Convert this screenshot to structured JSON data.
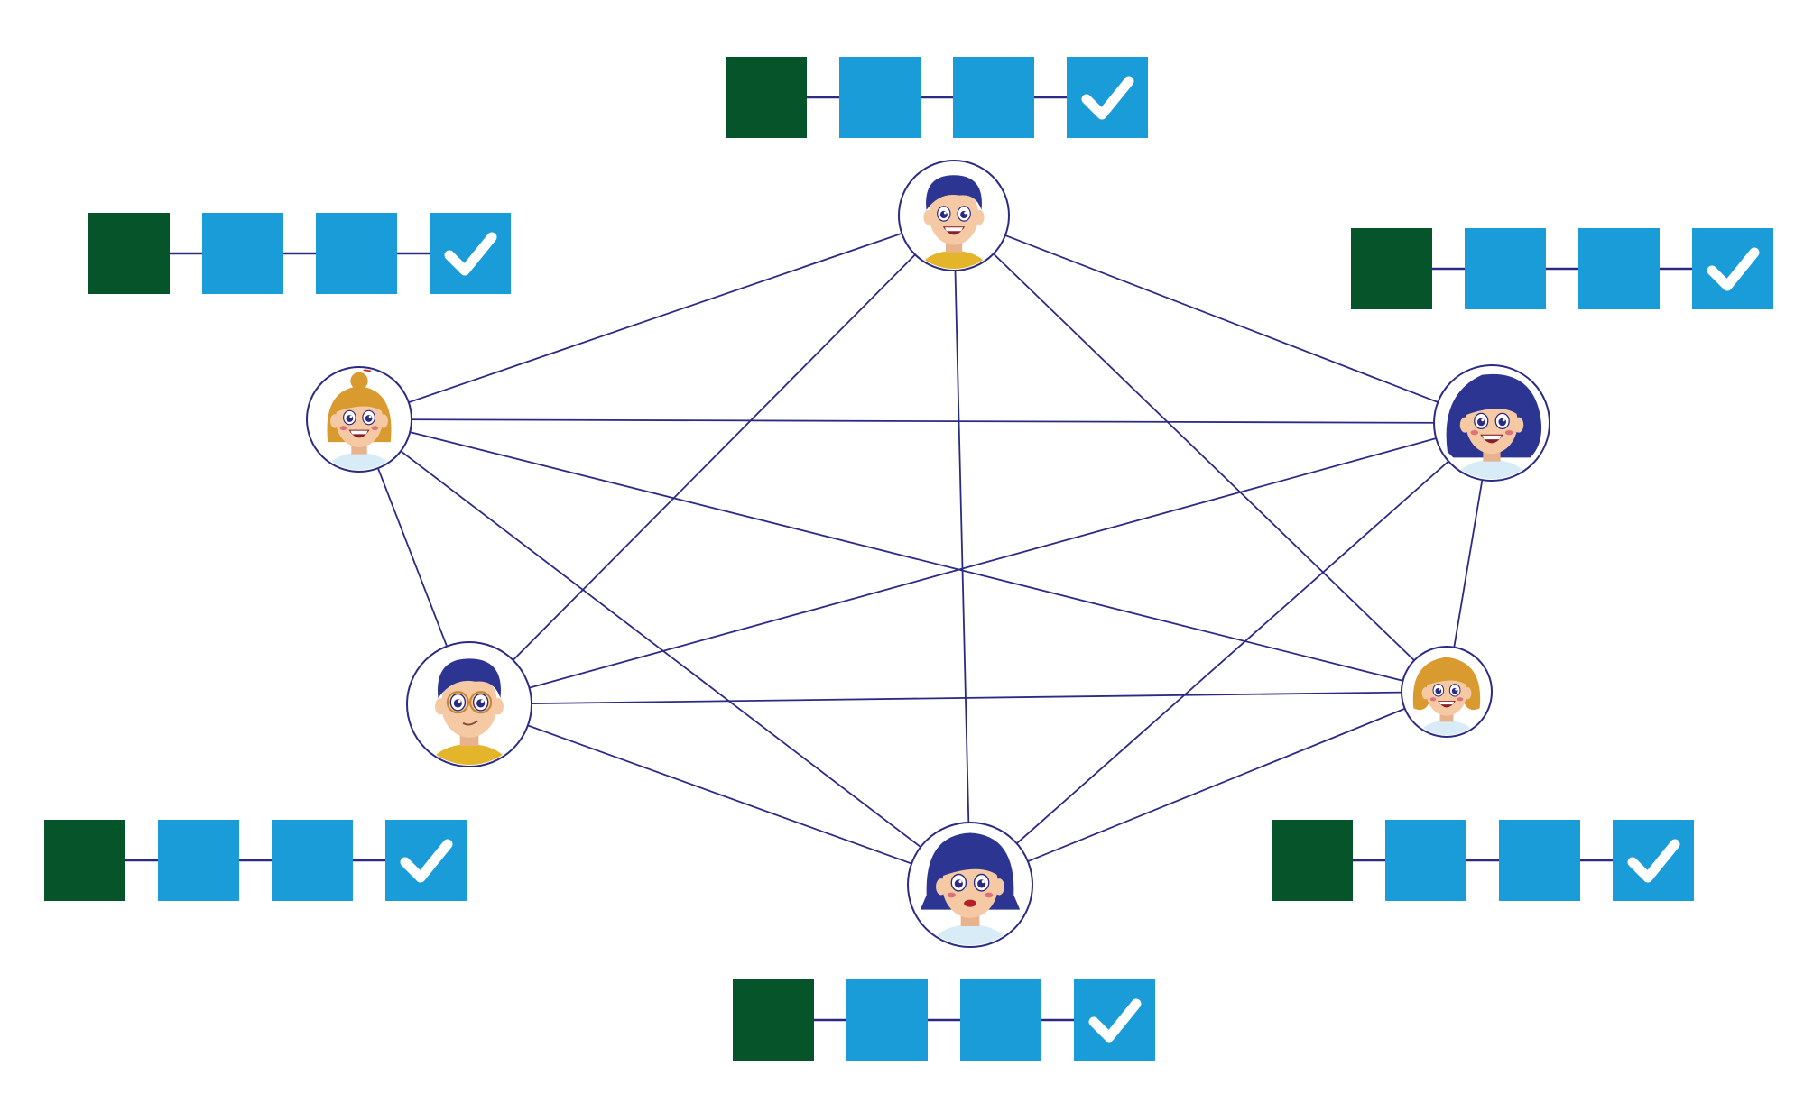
{
  "colors": {
    "background": "#ffffff",
    "edge": "#2b2b86",
    "genesis_block": "#06542a",
    "block": "#199cd8",
    "check": "#ffffff",
    "node_ring": "#2b2b86"
  },
  "nodes": [
    {
      "id": "n-top",
      "avatar": "man-smiling-avatar",
      "hair": "#2d3592",
      "shirt": "#e4b42a"
    },
    {
      "id": "n-upper-left",
      "avatar": "woman-hair-bun-avatar",
      "hair": "#d99a2f",
      "shirt": "#d7ecf6"
    },
    {
      "id": "n-upper-right",
      "avatar": "woman-curly-hair-avatar",
      "hair": "#2d3592",
      "shirt": "#d7ecf6"
    },
    {
      "id": "n-lower-left",
      "avatar": "man-glasses-avatar",
      "hair": "#2d3592",
      "shirt": "#e4b42a"
    },
    {
      "id": "n-lower-right",
      "avatar": "woman-wavy-hair-avatar",
      "hair": "#d99a2f",
      "shirt": "#d7ecf6"
    },
    {
      "id": "n-bottom",
      "avatar": "woman-bob-hair-avatar",
      "hair": "#2d3592",
      "shirt": "#d7ecf6"
    }
  ],
  "edges": [
    [
      "n-top",
      "n-upper-left"
    ],
    [
      "n-top",
      "n-upper-right"
    ],
    [
      "n-top",
      "n-lower-left"
    ],
    [
      "n-top",
      "n-lower-right"
    ],
    [
      "n-top",
      "n-bottom"
    ],
    [
      "n-upper-left",
      "n-upper-right"
    ],
    [
      "n-upper-left",
      "n-lower-left"
    ],
    [
      "n-upper-left",
      "n-lower-right"
    ],
    [
      "n-upper-left",
      "n-bottom"
    ],
    [
      "n-upper-right",
      "n-lower-left"
    ],
    [
      "n-upper-right",
      "n-lower-right"
    ],
    [
      "n-upper-right",
      "n-bottom"
    ],
    [
      "n-lower-left",
      "n-lower-right"
    ],
    [
      "n-lower-left",
      "n-bottom"
    ],
    [
      "n-lower-right",
      "n-bottom"
    ]
  ],
  "chains": [
    {
      "id": "chain-top",
      "blocks": [
        "genesis",
        "block",
        "block",
        "verified"
      ]
    },
    {
      "id": "chain-upper-left",
      "blocks": [
        "genesis",
        "block",
        "block",
        "verified"
      ]
    },
    {
      "id": "chain-upper-right",
      "blocks": [
        "genesis",
        "block",
        "block",
        "verified"
      ]
    },
    {
      "id": "chain-lower-left",
      "blocks": [
        "genesis",
        "block",
        "block",
        "verified"
      ]
    },
    {
      "id": "chain-lower-right",
      "blocks": [
        "genesis",
        "block",
        "block",
        "verified"
      ]
    },
    {
      "id": "chain-bottom",
      "blocks": [
        "genesis",
        "block",
        "block",
        "verified"
      ]
    }
  ],
  "icons": {
    "verified": "checkmark-icon"
  }
}
